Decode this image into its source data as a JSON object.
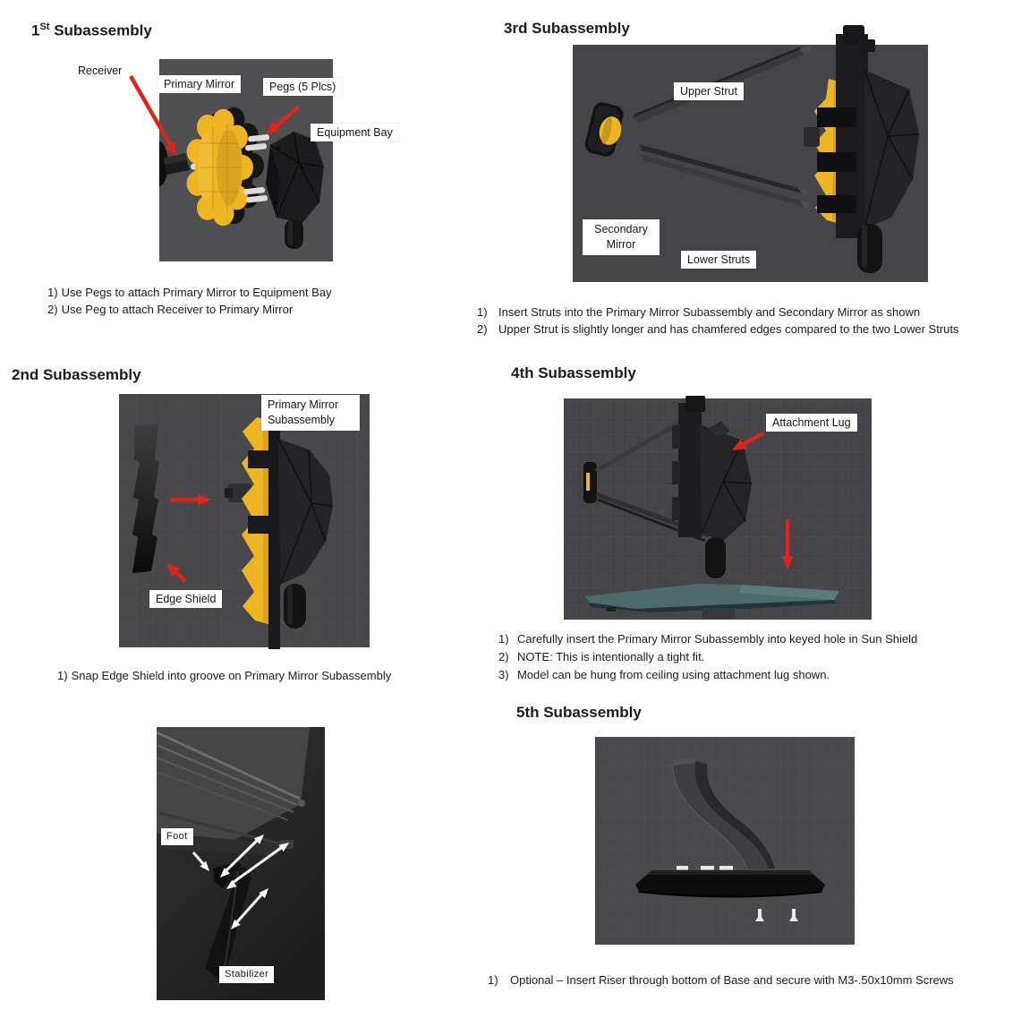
{
  "titles": {
    "s1": {
      "prefix": "1",
      "sup": "St",
      "rest": " Subassembly"
    },
    "s2": "2nd Subassembly",
    "s3": "3rd Subassembly",
    "s4": "4th Subassembly",
    "s5": "5th Subassembly"
  },
  "labels": {
    "receiver": "Receiver",
    "primary_mirror": "Primary Mirror",
    "pegs": "Pegs (5 Plcs)",
    "equipment_bay": "Equipment Bay",
    "primary_mirror_sub_1": "Primary Mirror",
    "primary_mirror_sub_2": "Subassembly",
    "edge_shield": "Edge Shield",
    "upper_strut": "Upper Strut",
    "secondary_mirror_1": "Secondary",
    "secondary_mirror_2": "Mirror",
    "lower_struts": "Lower Struts",
    "attachment_lug": "Attachment Lug",
    "foot": "Foot",
    "stabilizer": "Stabilizer"
  },
  "steps": {
    "s1": [
      {
        "num": "1)",
        "text": "Use Pegs to attach Primary Mirror to Equipment Bay"
      },
      {
        "num": "2)",
        "text": "Use Peg to attach Receiver to Primary Mirror"
      }
    ],
    "s2": [
      {
        "num": "1)",
        "text": "Snap Edge Shield into groove on Primary Mirror Subassembly"
      }
    ],
    "s3": [
      {
        "num": "1)",
        "text": "Insert Struts into the Primary Mirror Subassembly and Secondary Mirror as shown"
      },
      {
        "num": "2)",
        "text": "Upper Strut is slightly longer and has chamfered edges compared to the two Lower Struts"
      }
    ],
    "s4": [
      {
        "num": "1)",
        "text": "Carefully insert the Primary Mirror Subassembly into keyed hole in Sun Shield"
      },
      {
        "num": "2)",
        "text": "NOTE: This is intentionally a tight fit."
      },
      {
        "num": "3)",
        "text": "Model can be hung from ceiling using attachment lug shown."
      }
    ],
    "s5": [
      {
        "num": "1)",
        "text": "Optional – Insert Riser through bottom of Base and secure with M3-.50x10mm Screws"
      }
    ]
  },
  "colors": {
    "mirror_yellow": "#edb424",
    "mirror_yellow_shade": "#c9951d",
    "part_black": "#1a1a1c",
    "panel_gray": "#4a4a4d",
    "detail_panel_dark": "#262626",
    "sun_shield_teal": "#4d6b6a",
    "arrow_red": "#da251c",
    "arrow_white": "#ffffff",
    "label_bg": "#ffffff",
    "text": "#1b1b1b"
  }
}
